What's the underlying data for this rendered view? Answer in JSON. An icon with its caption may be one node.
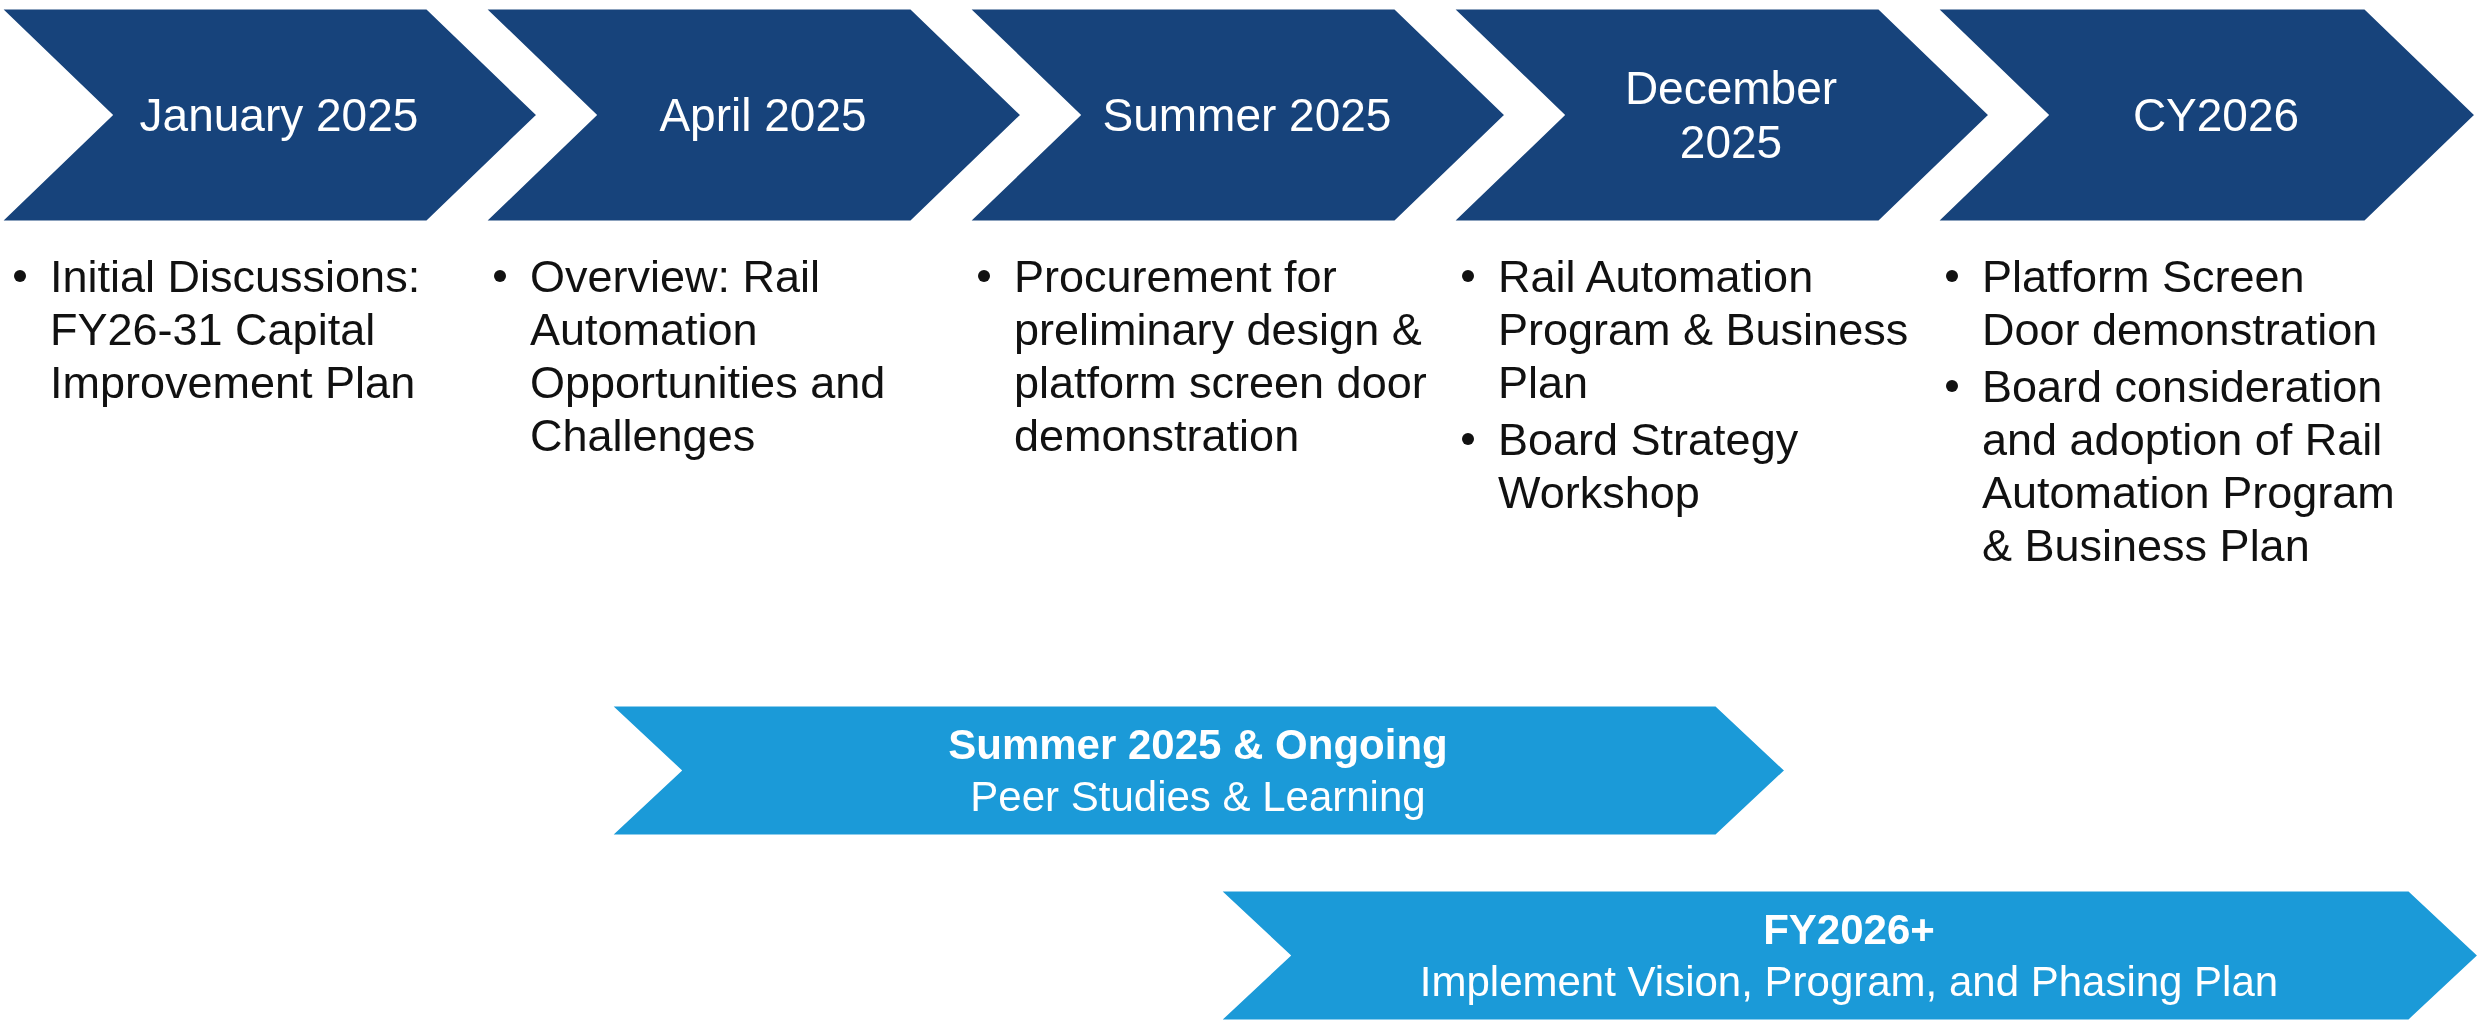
{
  "diagram": {
    "nodes": [
      {
        "text": [
          "January 2025"
        ],
        "beside": [
          "Initial Discussions: FY26-31 Capital Improvement Plan"
        ]
      },
      {
        "text": [
          "April 2025"
        ],
        "beside": [
          "Overview: Rail Automation Opportunities and Challenges"
        ]
      },
      {
        "text": [
          "Summer 2025"
        ],
        "beside": [
          "Procurement for preliminary design & platform screen door demonstration"
        ]
      },
      {
        "text": [
          "December 2025"
        ],
        "beside": [
          "Rail Automation Program & Business Plan",
          "Board Strategy Workshop"
        ]
      },
      {
        "text": [
          "CY2026"
        ],
        "beside": [
          "Platform Screen Door demonstration",
          "Board consideration and adoption of Rail Automation Program & Business Plan"
        ]
      },
      {
        "text": [
          "Summer 2025 & Ongoing",
          "Peer Studies & Learning"
        ]
      },
      {
        "text": [
          "FY2026+",
          "Implement Vision, Program, and Phasing Plan"
        ]
      }
    ]
  }
}
